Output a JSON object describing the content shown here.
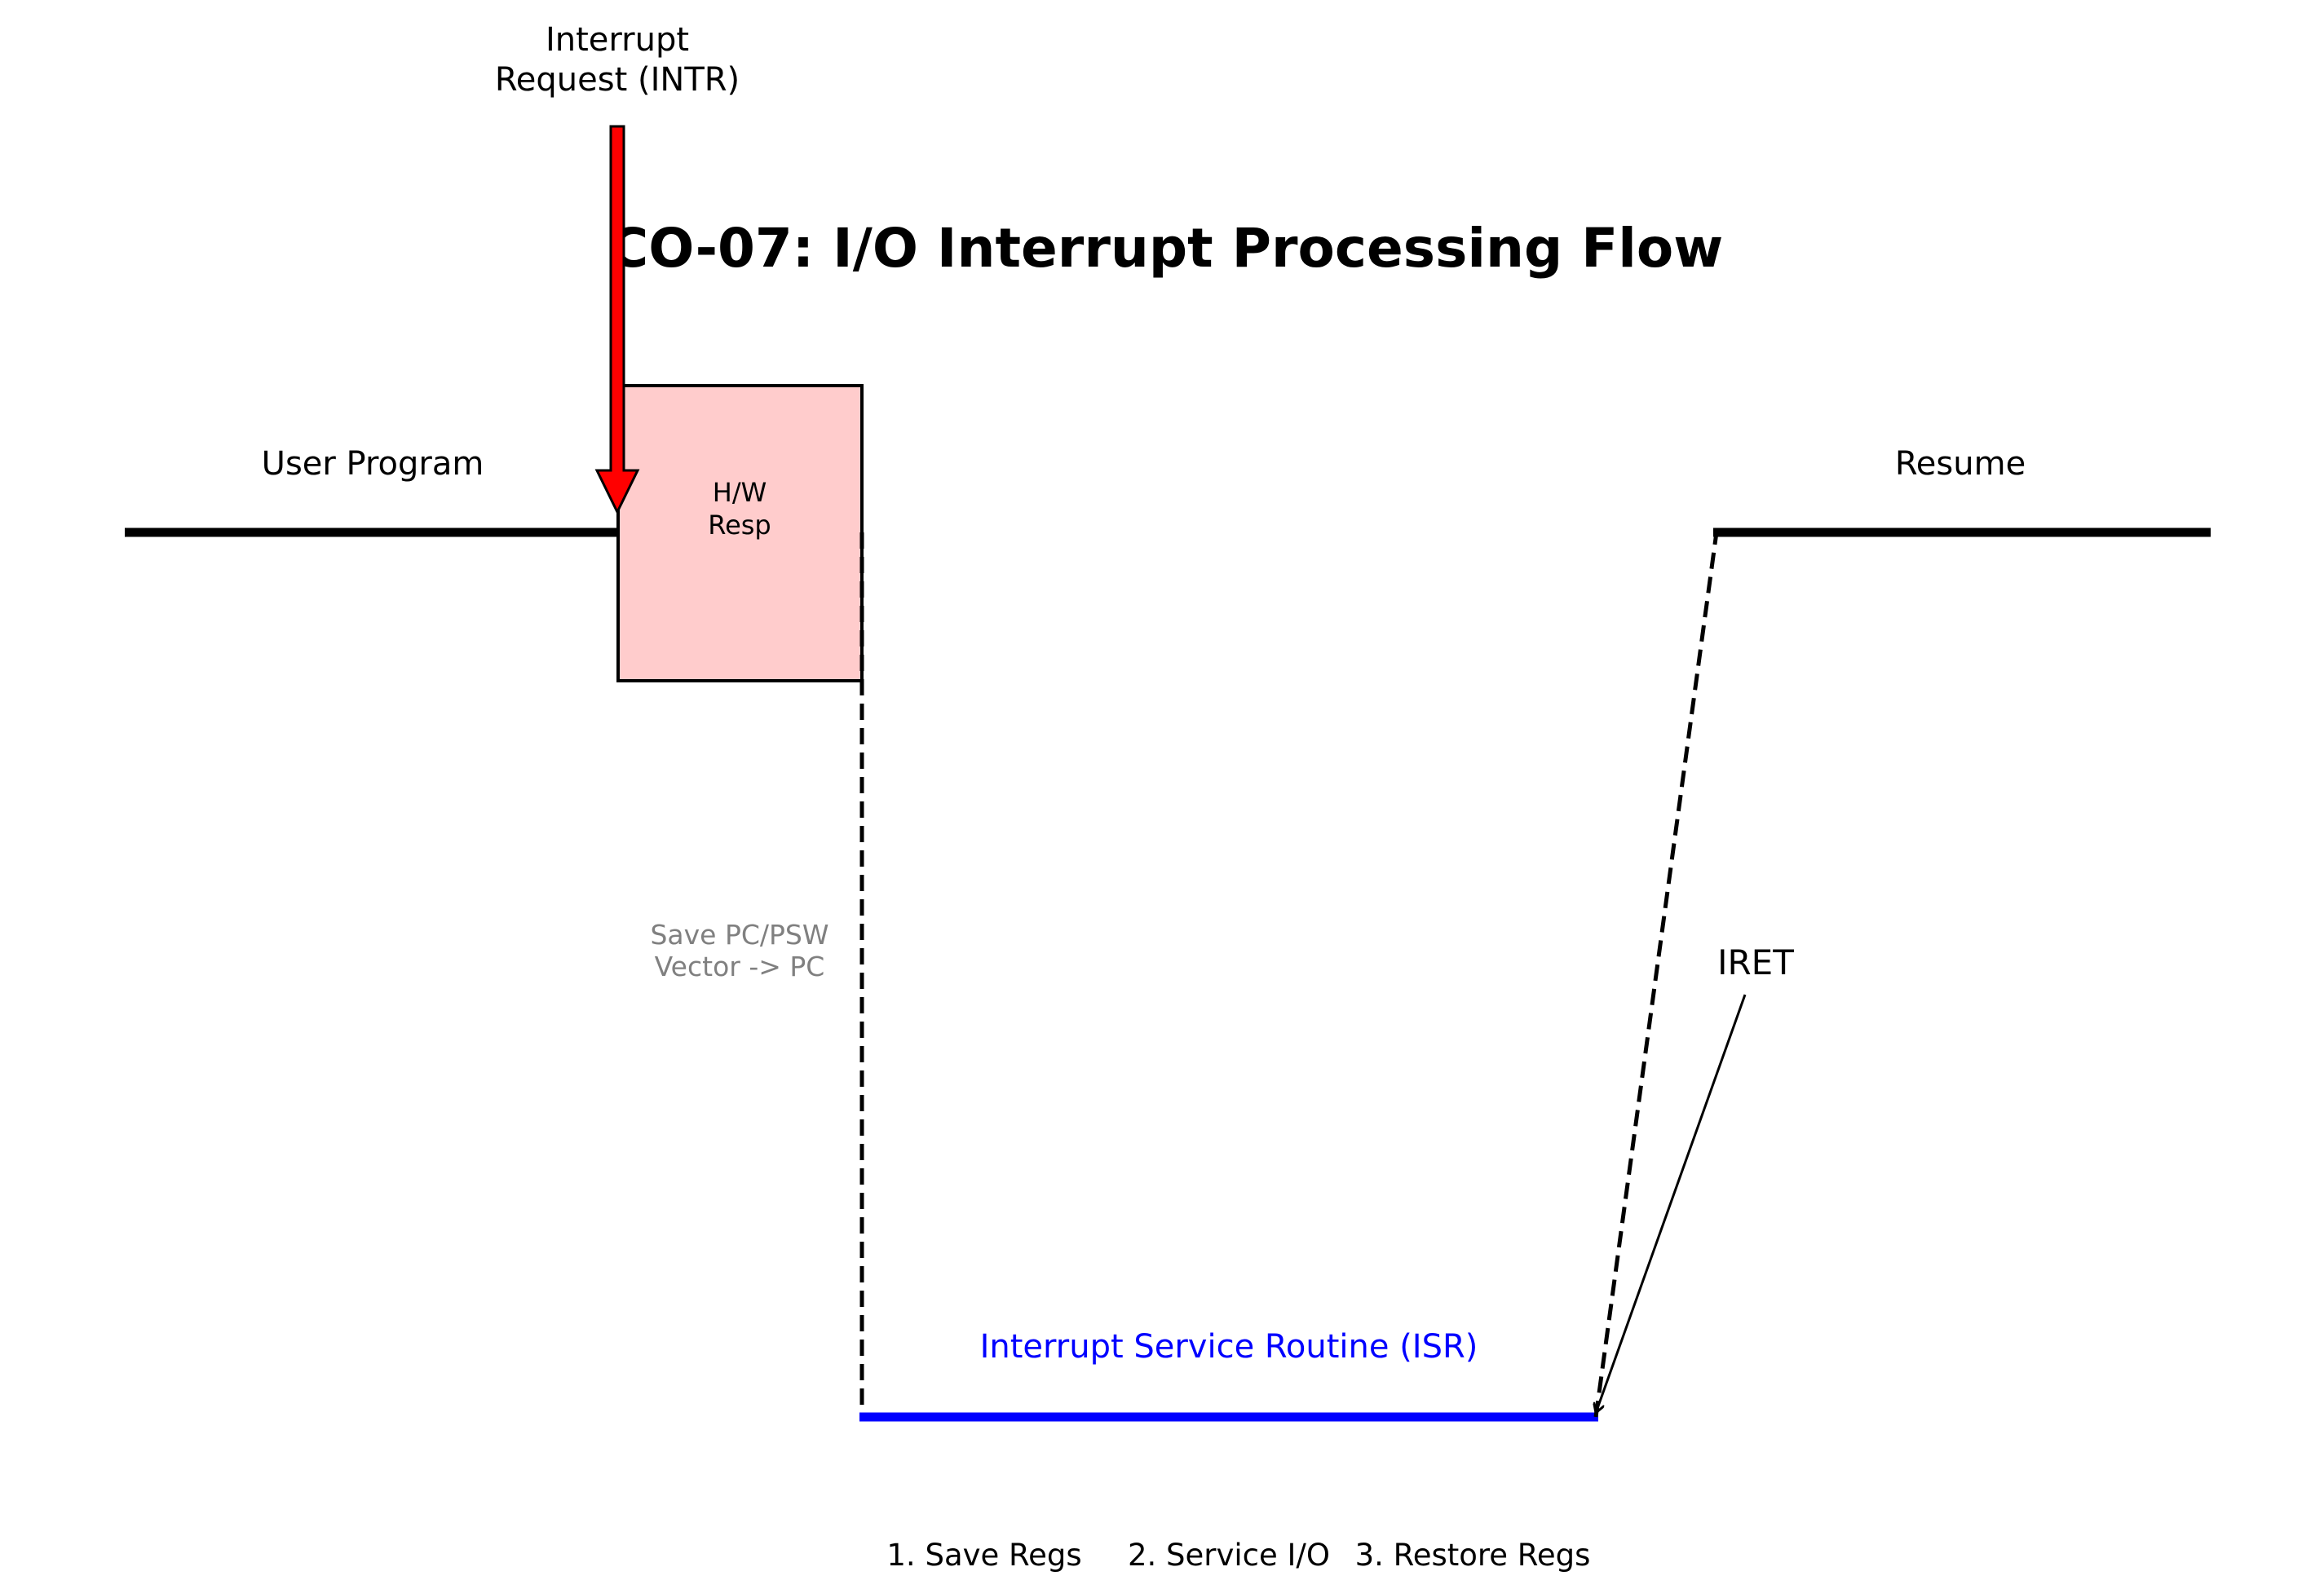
{
  "title": "CO-07: I/O Interrupt Processing Flow",
  "user_program": {
    "label": "User Program"
  },
  "interrupt_request": {
    "line1": "Interrupt",
    "line2": "Request (INTR)",
    "color": "#ff0000"
  },
  "hw_response": {
    "line1": "H/W",
    "line2": "Resp",
    "fill": "#ffcccc"
  },
  "vector_note": {
    "line1": "Save PC/PSW",
    "line2": "Vector -> PC",
    "color": "#808080"
  },
  "isr": {
    "label": "Interrupt Service Routine (ISR)",
    "color": "#0000ff"
  },
  "steps": [
    "1. Save Regs",
    "2. Service I/O",
    "3. Restore Regs"
  ],
  "iret": {
    "label": "IRET"
  },
  "resume": {
    "label": "Resume"
  }
}
